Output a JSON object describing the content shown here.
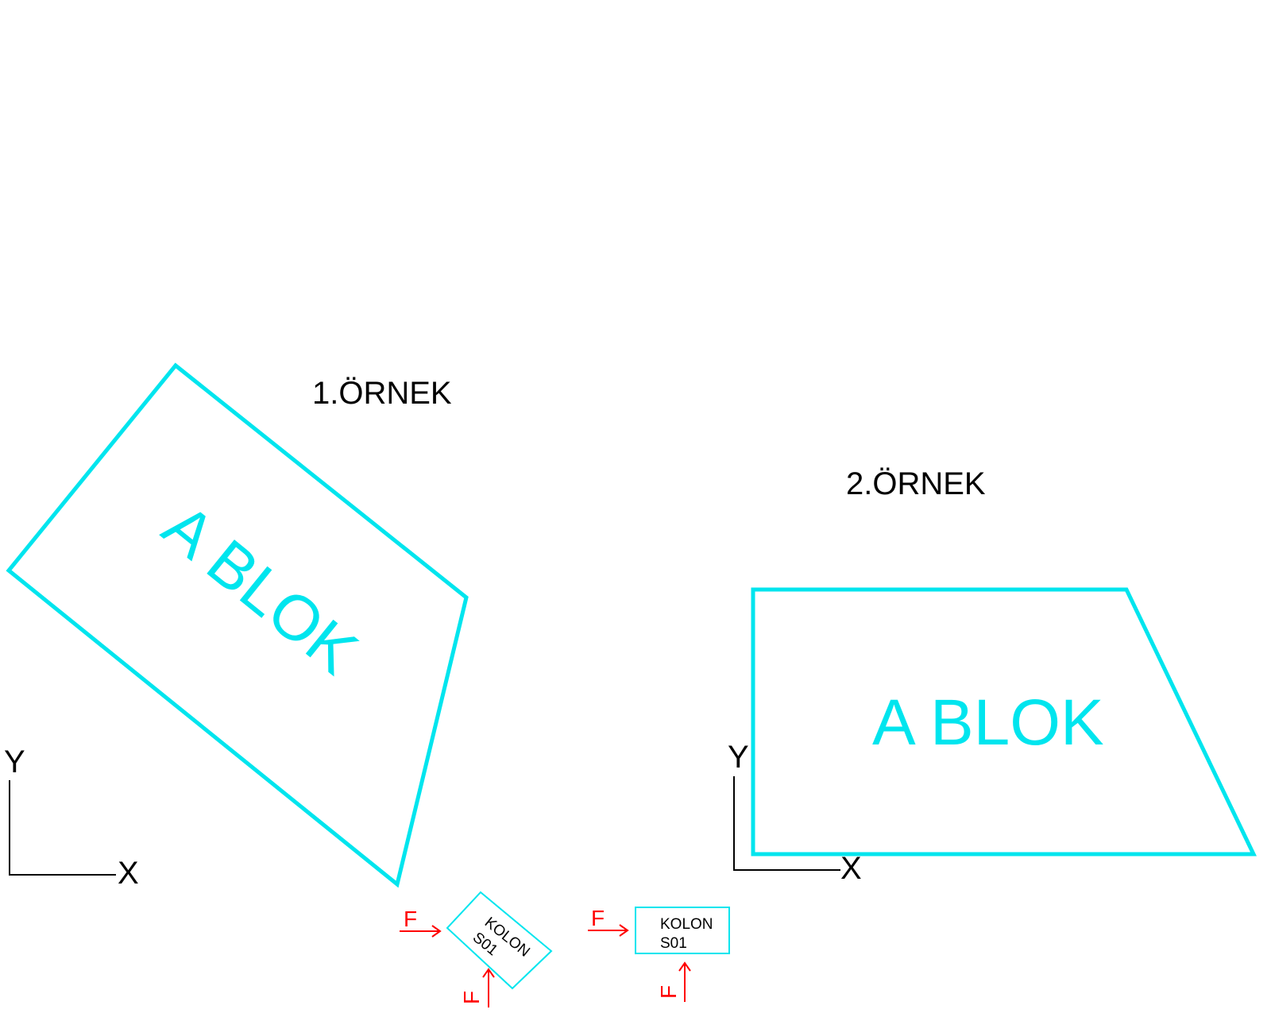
{
  "colors": {
    "outline": "#00e5ee",
    "text": "#000000",
    "force": "#ff0000"
  },
  "example1": {
    "title": "1.ÖRNEK",
    "block_label": "A BLOK",
    "axis_x": "X",
    "axis_y": "Y",
    "column": {
      "name": "KOLON",
      "code": "S01"
    },
    "force_x": "F",
    "force_y": "F"
  },
  "example2": {
    "title": "2.ÖRNEK",
    "block_label": "A BLOK",
    "axis_x": "X",
    "axis_y": "Y",
    "column": {
      "name": "KOLON",
      "code": "S01"
    },
    "force_x": "F",
    "force_y": "F"
  }
}
